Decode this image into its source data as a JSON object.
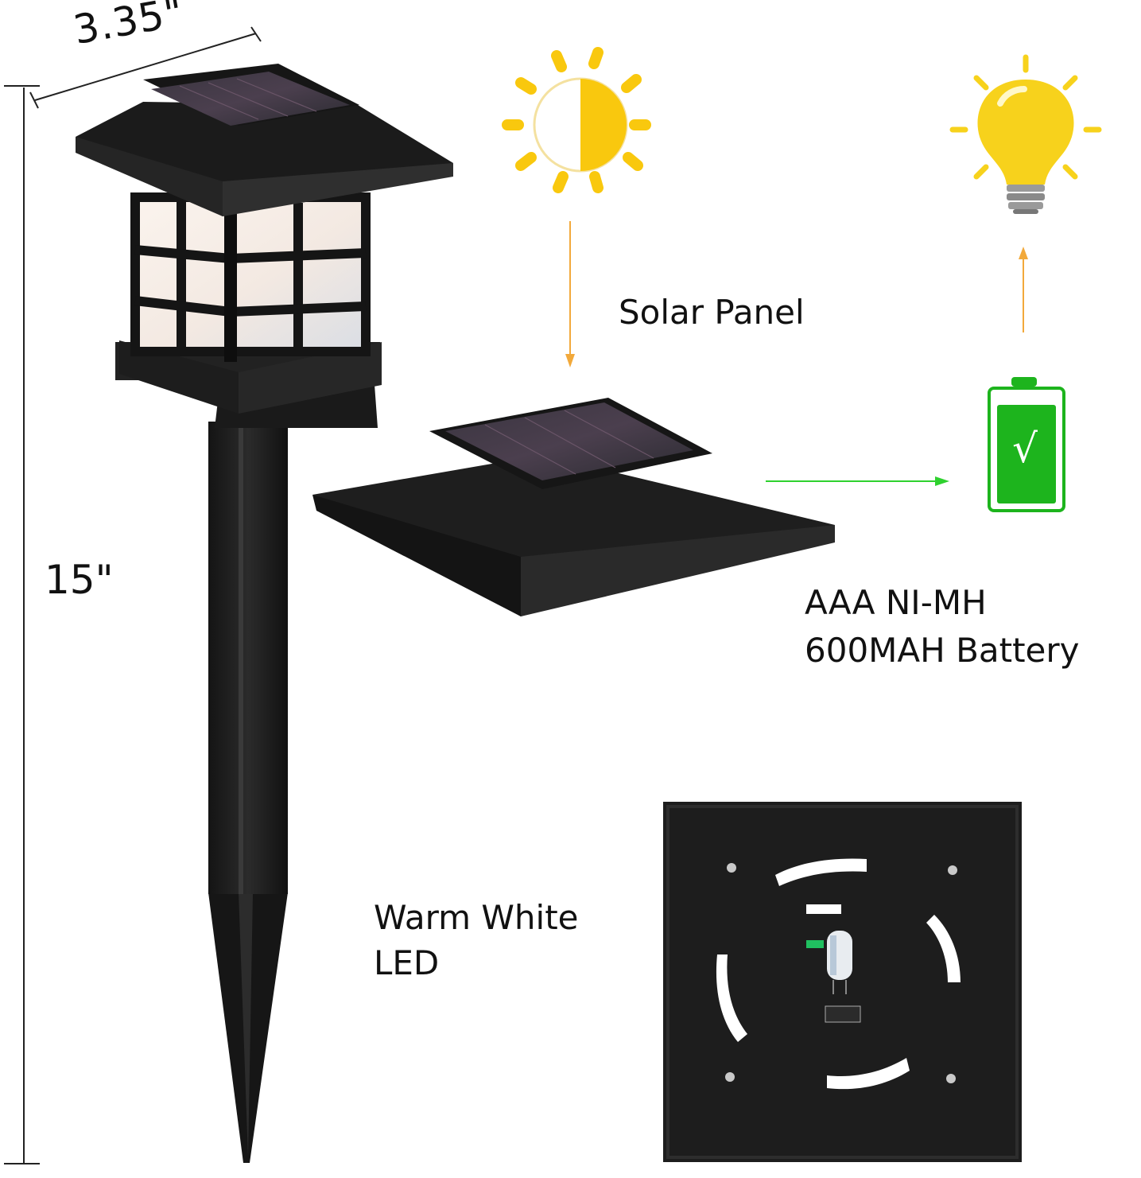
{
  "dimensions": {
    "width_label": "3.35\"",
    "height_label": "15\""
  },
  "labels": {
    "solar_panel": "Solar Panel",
    "battery_line1": "AAA NI-MH",
    "battery_line2": "600MAH Battery",
    "led_line1": "Warm White",
    "led_line2": "LED"
  },
  "battery_indicator": {
    "check_mark": "√",
    "charge_fraction": 1.0
  },
  "icons": [
    "sun-icon",
    "light-bulb-icon",
    "battery-icon"
  ],
  "colors": {
    "lamp_body": "#1c1c1c",
    "sun_yellow": "#f9c80e",
    "bulb_yellow": "#f7d21c",
    "arrow_orange": "#f2a93b",
    "arrow_green": "#2fd12f",
    "battery_green": "#1db41d",
    "label_text": "#111111"
  }
}
